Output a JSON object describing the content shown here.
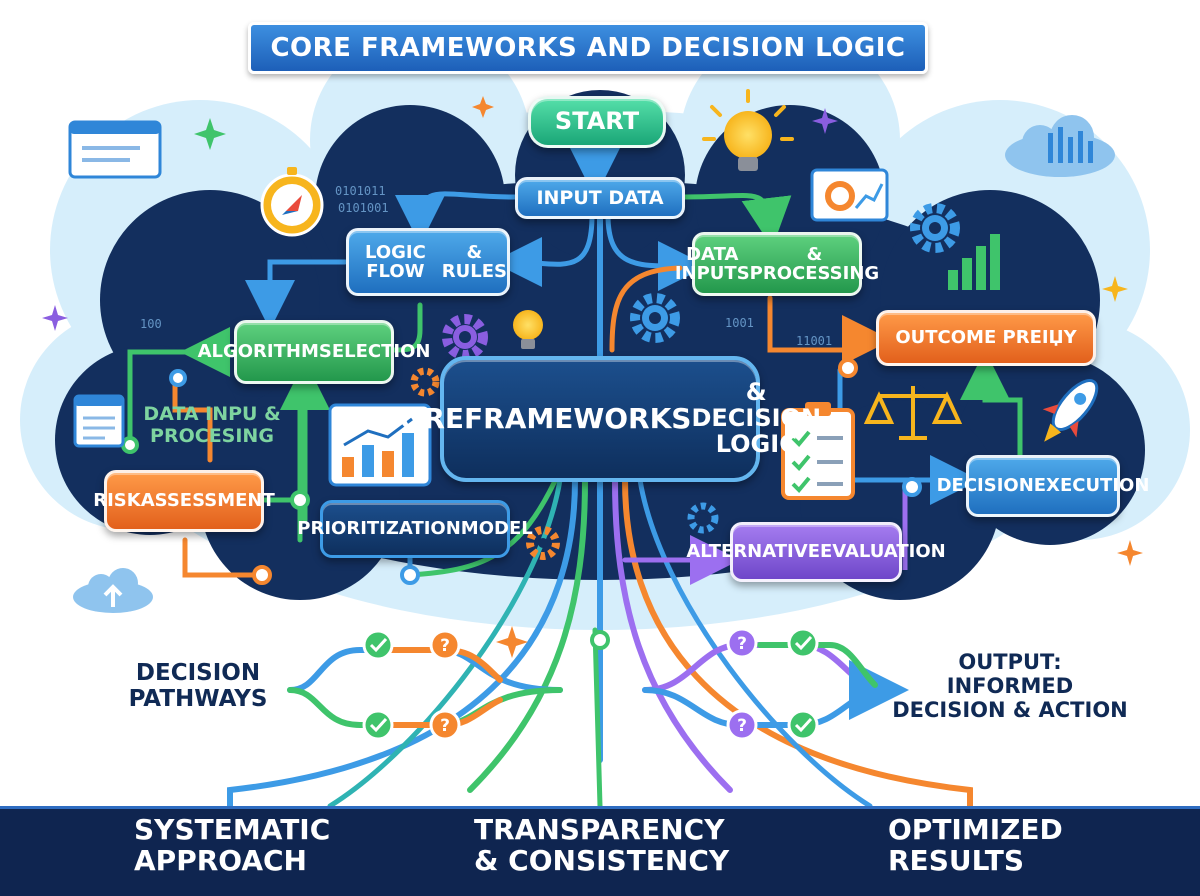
{
  "title": "CORE FRAMEWORKS AND DECISION LOGIC",
  "nodes": {
    "start": "START",
    "input_data": "INPUT DATA",
    "logic_flow": [
      "LOGIC FLOW",
      "& RULES"
    ],
    "data_inputs_right": [
      "DATA INPUTS",
      "& PROCESSING"
    ],
    "algorithm": [
      "ALGORITHM",
      "SELECTION"
    ],
    "outcome": "OUTCOME PREIЏY",
    "core": [
      "CORE",
      "FRAMEWORKS",
      "& DECISION LOGIC"
    ],
    "data_input_left": [
      "DATA INPU &",
      "PROCESING"
    ],
    "risk": [
      "RISK",
      "ASSESSMENT"
    ],
    "prioritization": [
      "PRIORITIZATION",
      "MODEL"
    ],
    "decision_execution": [
      "DECISION",
      "EXECUTION"
    ],
    "alternative": [
      "ALTERNATIVE",
      "EVALUATION"
    ]
  },
  "pathways": {
    "left_label": [
      "DECISION",
      "PATHWAYS"
    ],
    "right_label": [
      "OUTPUT:",
      "INFORMED",
      "DECISION & ACTION"
    ]
  },
  "bottom": {
    "items": [
      [
        "SYSTEMATIC",
        "APPROACH"
      ],
      [
        "TRANSPARENCY",
        "& CONSISTENCY"
      ],
      [
        "OPTIMIZED",
        "RESULTS"
      ]
    ]
  },
  "decorations": {
    "binary": [
      "0101011",
      "0101001",
      "100",
      "1001",
      "11001"
    ]
  },
  "icons": [
    "compass-icon",
    "lightbulb-icon",
    "gear-icon",
    "bar-chart-icon",
    "checklist-icon",
    "scales-icon",
    "rocket-icon",
    "cloud-icon",
    "trophy-icon",
    "check-icon",
    "question-icon"
  ],
  "colors": {
    "navy": "#0f2550",
    "blue": "#2f86d8",
    "green": "#34b45e",
    "orange": "#f07a2a",
    "purple": "#8a5ee0",
    "cloud": "#cfe9f7"
  }
}
